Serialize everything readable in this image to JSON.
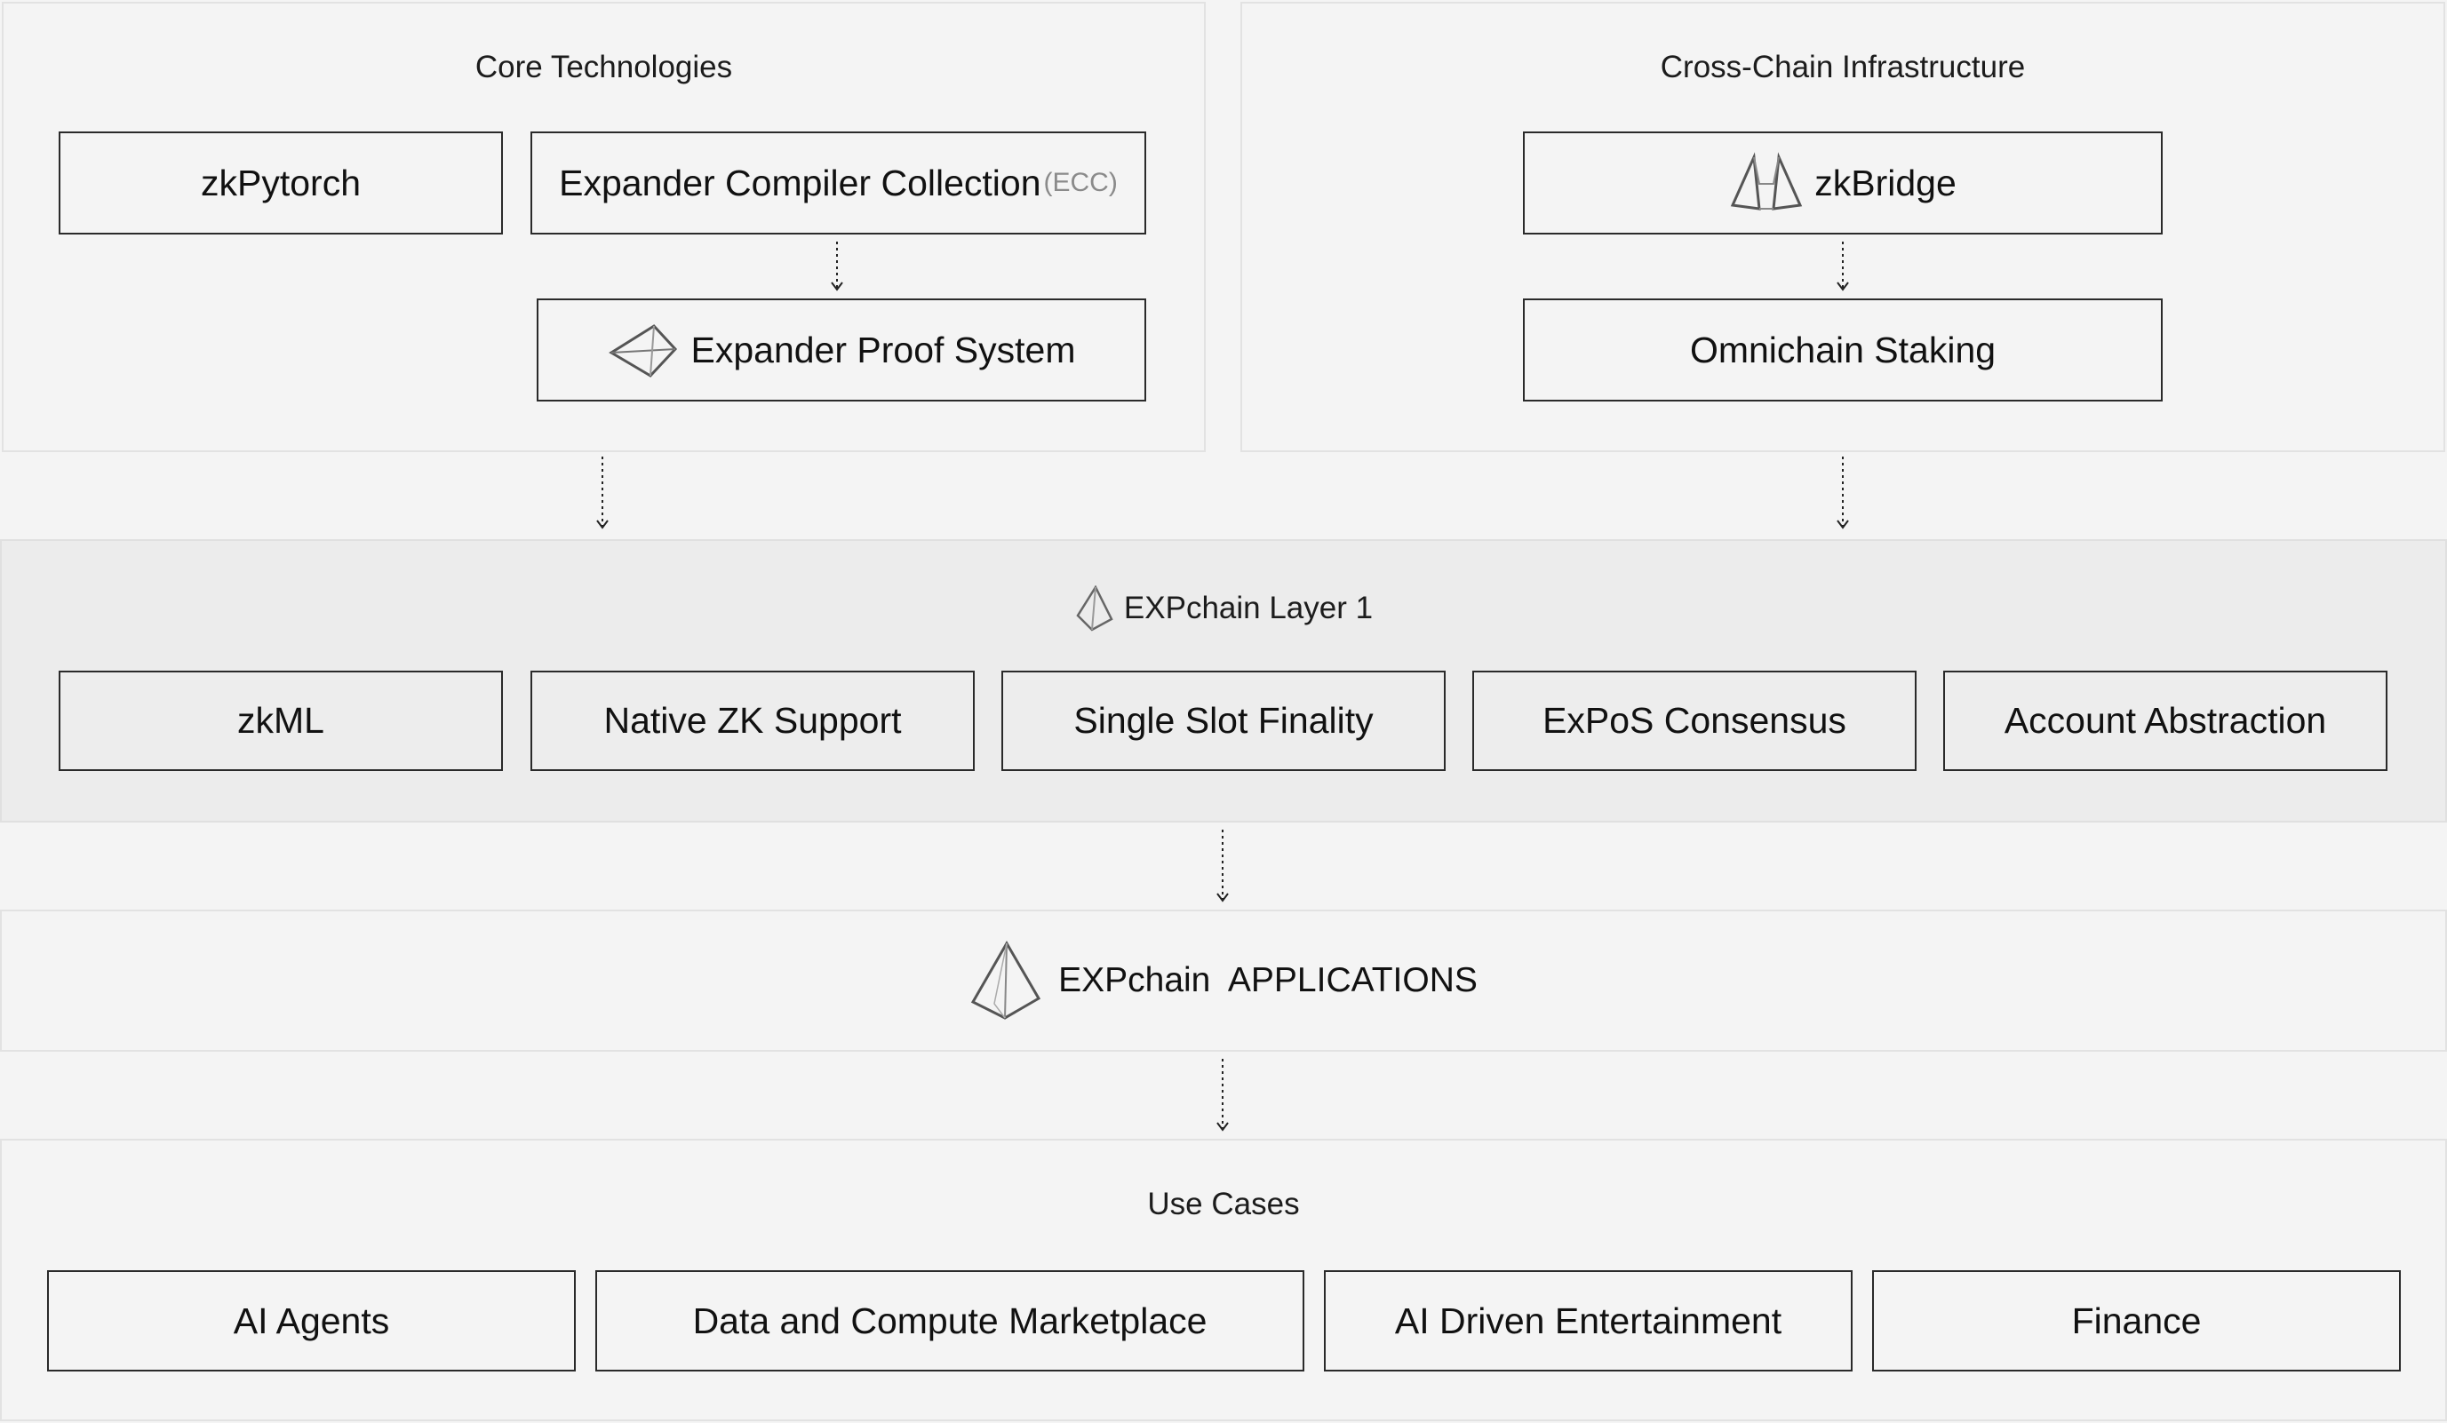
{
  "core": {
    "title": "Core Technologies",
    "zkpytorch": "zkPytorch",
    "ecc_label": "Expander Compiler Collection",
    "ecc_abbr": "(ECC)",
    "proof_system": "Expander Proof System",
    "proof_icon": "prism-icon"
  },
  "crosschain": {
    "title": "Cross-Chain Infrastructure",
    "zkbridge": "zkBridge",
    "zkbridge_icon": "bridge-prism-icon",
    "staking": "Omnichain Staking"
  },
  "layer1": {
    "title": "EXPchain Layer 1",
    "icon": "expchain-prism-icon",
    "items": [
      "zkML",
      "Native ZK Support",
      "Single Slot Finality",
      "ExPoS Consensus",
      "Account Abstraction"
    ]
  },
  "applications": {
    "title": "EXPchain  APPLICATIONS",
    "icon": "expchain-pyramid-icon"
  },
  "use_cases": {
    "title": "Use Cases",
    "items": [
      "AI Agents",
      "Data and Compute Marketplace",
      "AI Driven Entertainment",
      "Finance"
    ]
  },
  "colors": {
    "background": "#f4f4f4",
    "layer1_background": "#ececec",
    "box_border": "#2a2a2a",
    "muted_text": "#8a8a8a"
  }
}
